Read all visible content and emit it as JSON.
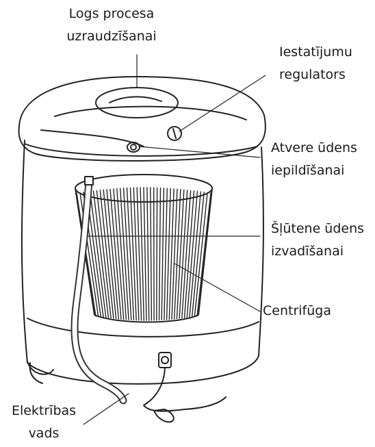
{
  "labels": {
    "window": "Logs procesa\nuzraudzīšanai",
    "regulator": "Iestatījumu\nregulators",
    "water_inlet": "Atvere ūdens\niepildīšanai",
    "hose": "Šļūtene ūdens\nizvadīšanai",
    "centrifuge": "Centrifūga",
    "cable": "Elektrības\nvads"
  }
}
